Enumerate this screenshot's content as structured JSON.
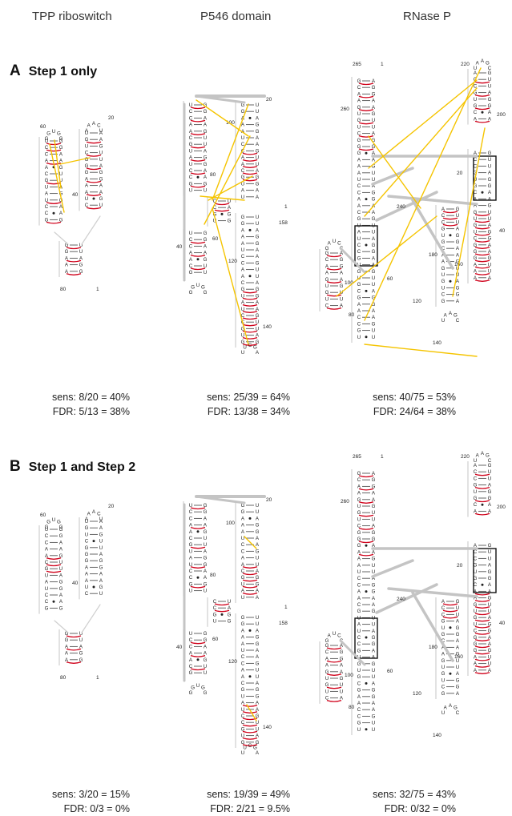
{
  "column_headers": [
    "TPP riboswitch",
    "P546 domain",
    "RNase P"
  ],
  "panels": [
    {
      "letter": "A",
      "title": "Step 1 only",
      "stats": [
        {
          "sens": "sens: 8/20 = 40%",
          "fdr": "FDR: 5/13 = 38%"
        },
        {
          "sens": "sens: 25/39 = 64%",
          "fdr": "FDR: 13/38 = 34%"
        },
        {
          "sens": "sens: 40/75 = 53%",
          "fdr": "FDR: 24/64 = 38%"
        }
      ]
    },
    {
      "letter": "B",
      "title": "Step 1 and Step 2",
      "stats": [
        {
          "sens": "sens: 3/20 = 15%",
          "fdr": "FDR: 0/3 = 0%"
        },
        {
          "sens": "sens: 19/39 = 49%",
          "fdr": "FDR: 2/21 = 9.5%"
        },
        {
          "sens": "sens: 32/75 = 43%",
          "fdr": "FDR: 0/32 = 0%"
        }
      ]
    }
  ],
  "structure_labels": {
    "tpp": [
      "60",
      "20",
      "40",
      "80",
      "1"
    ],
    "p546": [
      "20",
      "100",
      "80",
      "1",
      "158",
      "40",
      "60",
      "120",
      "140"
    ],
    "rnase": [
      "265",
      "1",
      "260",
      "220",
      "200",
      "20",
      "240",
      "40",
      "180",
      "160",
      "100",
      "60",
      "120",
      "80",
      "140"
    ]
  },
  "colors": {
    "helix_pair": "#555555",
    "predicted_pair": "#d0021b",
    "false_positive_line": "#f5c400",
    "tertiary_line": "#c4c4c4",
    "box": "#111111"
  }
}
